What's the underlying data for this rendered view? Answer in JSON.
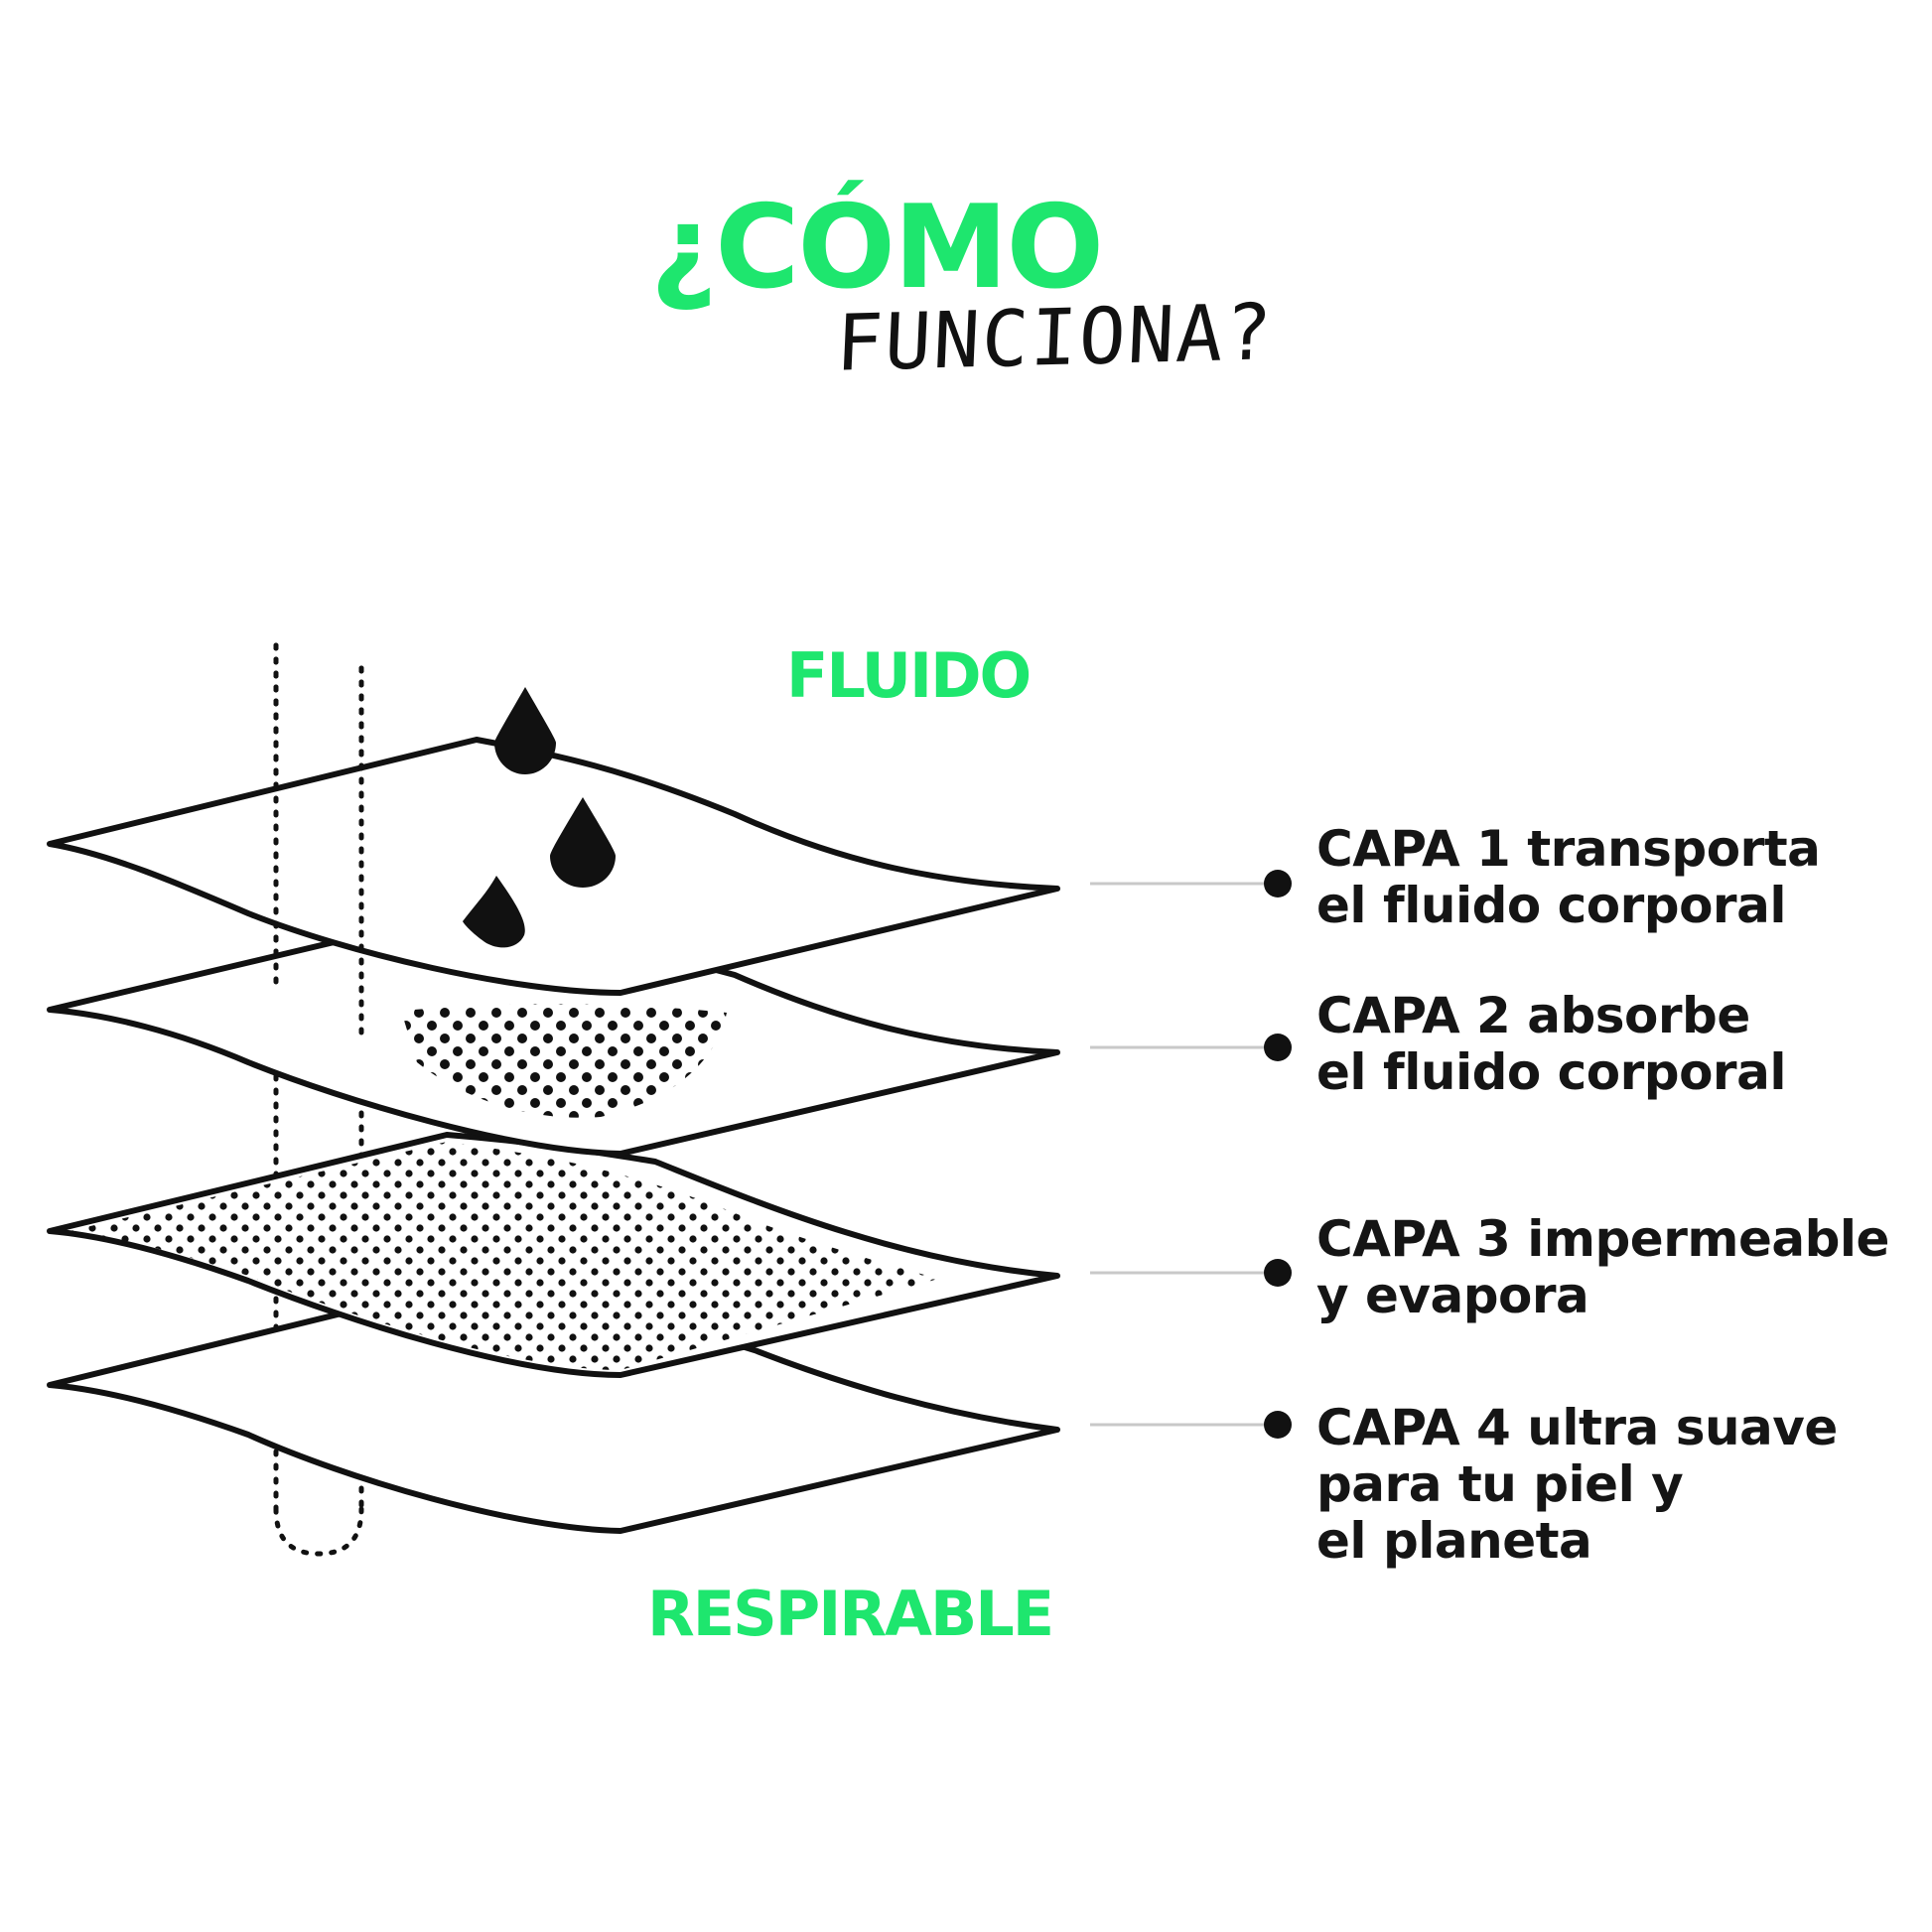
{
  "header": {
    "title": "¿CÓMO",
    "subtitle": "FUNCIONA?"
  },
  "labels": {
    "top": "FLUIDO",
    "bottom": "RESPIRABLE"
  },
  "layers": [
    {
      "lines": [
        "CAPA 1 transporta",
        "el fluido corporal"
      ]
    },
    {
      "lines": [
        "CAPA 2 absorbe",
        "el fluido corporal"
      ]
    },
    {
      "lines": [
        "CAPA 3 impermeable",
        "y evapora"
      ]
    },
    {
      "lines": [
        "CAPA 4 ultra suave",
        "para tu piel y",
        "el planeta"
      ]
    }
  ],
  "colors": {
    "accent": "#1ee66e",
    "ink": "#111111"
  }
}
